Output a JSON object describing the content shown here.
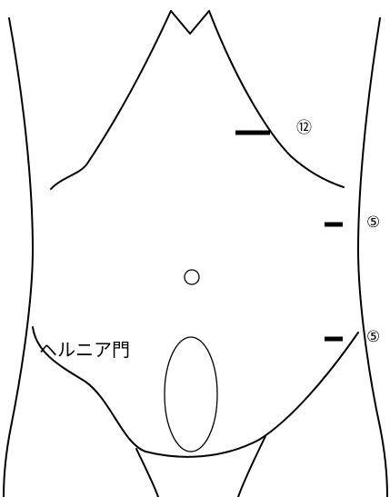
{
  "labels": {
    "hernia_orifice": "ヘルニア門"
  },
  "ports": [
    {
      "label": "⑫"
    },
    {
      "label": "⑤"
    },
    {
      "label": "⑤"
    }
  ]
}
